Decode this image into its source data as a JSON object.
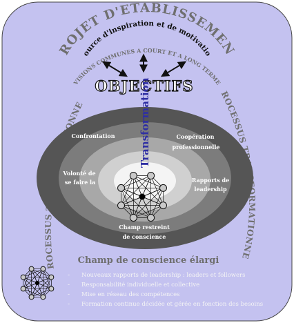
{
  "arc_top_title": "PROJET D'ETABLISSEMENT",
  "arc_top_sub": "Source d'inspiration et de motivation",
  "arc_top_visions": "VISIONS COMMUNES A COURT ET A LONG TERME",
  "objectifs": "OBJECTIFS",
  "transformation": "Transformation",
  "side_left": "PROCESSUS TRANSFORMATIONNEL",
  "side_right": "PROCESSUS TRANSFORMATIONNEL",
  "ring_labels": {
    "confrontation": "Confrontation",
    "cooperation_1": "Coopération",
    "cooperation_2": "professionnelle",
    "volonte_1": "Volonté de",
    "volonte_2": "se faire la",
    "rapports_1": "Rapports de",
    "rapports_2": "leadership",
    "champ_restreint_1": "Champ restreint",
    "champ_restreint_2": "de conscience"
  },
  "champ_elargi": "Champ de conscience élargi",
  "bullets": [
    "Nouveaux rapports de leadership : leaders et followers",
    "Responsabilité individuelle et collective",
    "Mise en réseau des compétences",
    "Formation continue décidée et gérée en fonction des besoins"
  ],
  "bullet_marker": "-",
  "colors": {
    "background": "#c4c2f0",
    "ring_outer": "#555555",
    "ring_2": "#7c7c7c",
    "ring_3": "#a8a8a8",
    "ring_4": "#d0d0d0",
    "ring_center": "#f4f4f4",
    "arc_text": "#6f6f6f",
    "transformation": "#2f2fa3",
    "bullet_text": "#f4f4f4"
  }
}
